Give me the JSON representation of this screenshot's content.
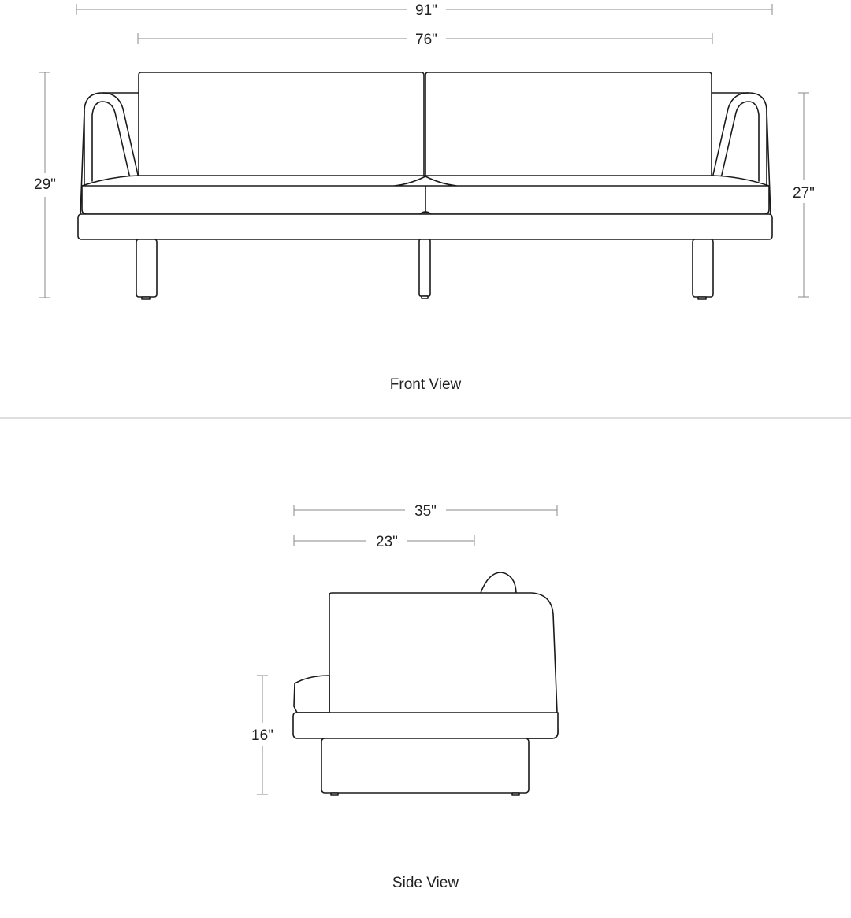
{
  "front_view": {
    "caption": "Front View",
    "dimensions": {
      "overall_width": "91\"",
      "inner_width": "76\"",
      "overall_height": "29\"",
      "arm_height": "27\""
    }
  },
  "side_view": {
    "caption": "Side View",
    "dimensions": {
      "overall_depth": "35\"",
      "seat_depth": "23\"",
      "seat_height": "16\""
    }
  },
  "colors": {
    "line": "#1a1a1a",
    "dimension": "#8a8a8a",
    "divider": "#bdbdbd"
  }
}
